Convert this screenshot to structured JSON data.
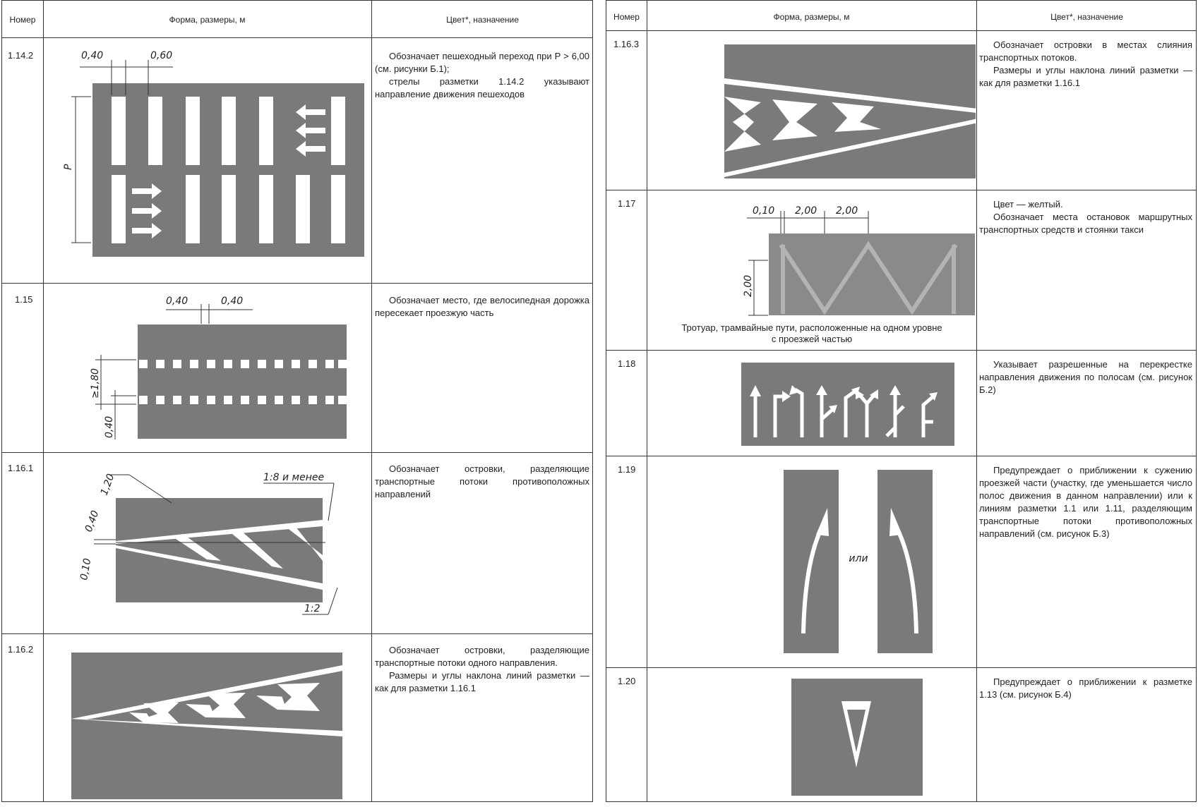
{
  "headers": {
    "number": "Номер",
    "shape": "Форма, размеры, м",
    "purpose": "Цвет*, назначение"
  },
  "colors": {
    "asphalt": "#7a7a7a",
    "marking": "#ffffff",
    "line": "#333333"
  },
  "left_rows": [
    {
      "number": "1.14.2",
      "desc": [
        "Обозначает пешеходный переход при P > 6,00 (см. рисунки Б.1);",
        "стрелы разметки 1.14.2 указывают направление движения пешеходов"
      ]
    },
    {
      "number": "1.15",
      "desc": [
        "Обозначает место, где велосипедная дорожка пересекает проезжую часть"
      ]
    },
    {
      "number": "1.16.1",
      "desc": [
        "Обозначает островки, разделяющие транспортные потоки противоположных направлений"
      ]
    },
    {
      "number": "1.16.2",
      "desc": [
        "Обозначает островки, разделяющие транспортные потоки одного направления.",
        "Размеры и углы наклона линий разметки — как для разметки 1.16.1"
      ]
    }
  ],
  "right_rows": [
    {
      "number": "1.16.3",
      "desc": [
        "Обозначает островки в местах слияния транспортных потоков.",
        "Размеры и углы наклона линий разметки — как для разметки 1.16.1"
      ]
    },
    {
      "number": "1.17",
      "desc": [
        "Цвет — желтый.",
        "Обозначает места остановок маршрутных транспортных средств и стоянки такси"
      ]
    },
    {
      "number": "1.18",
      "desc": [
        "Указывает разрешенные на перекрестке направления движения по полосам (см. рисунок Б.2)"
      ]
    },
    {
      "number": "1.19",
      "desc": [
        "Предупреждает о приближении к сужению проезжей части (участку, где уменьшается число полос движения в данном направлении) или к линиям разметки 1.1 или 1.11, разделяющим транспортные потоки противоположных направлений (см. рисунок Б.3)"
      ]
    },
    {
      "number": "1.20",
      "desc": [
        "Предупреждает о приближении к разметке 1.13 (см. рисунок Б.4)"
      ]
    }
  ],
  "dims": {
    "d1142_a": "0,40",
    "d1142_b": "0,60",
    "d1142_p": "P",
    "d115_a": "0,40",
    "d115_b": "0,40",
    "d115_h": "≥1,80",
    "d115_w": "0,40",
    "d1161_a": "1,20",
    "d1161_b": "0,40",
    "d1161_c": "0,10",
    "d1161_r1": "1:8 и менее",
    "d1161_r2": "1:2",
    "d117_a": "0,10",
    "d117_b": "2,00",
    "d117_c": "2,00",
    "d117_h": "2,00",
    "d117_caption1": "Тротуар, трамвайные пути, расположенные на одном уровне",
    "d117_caption2": "с проезжей частью",
    "d119_or": "или"
  }
}
